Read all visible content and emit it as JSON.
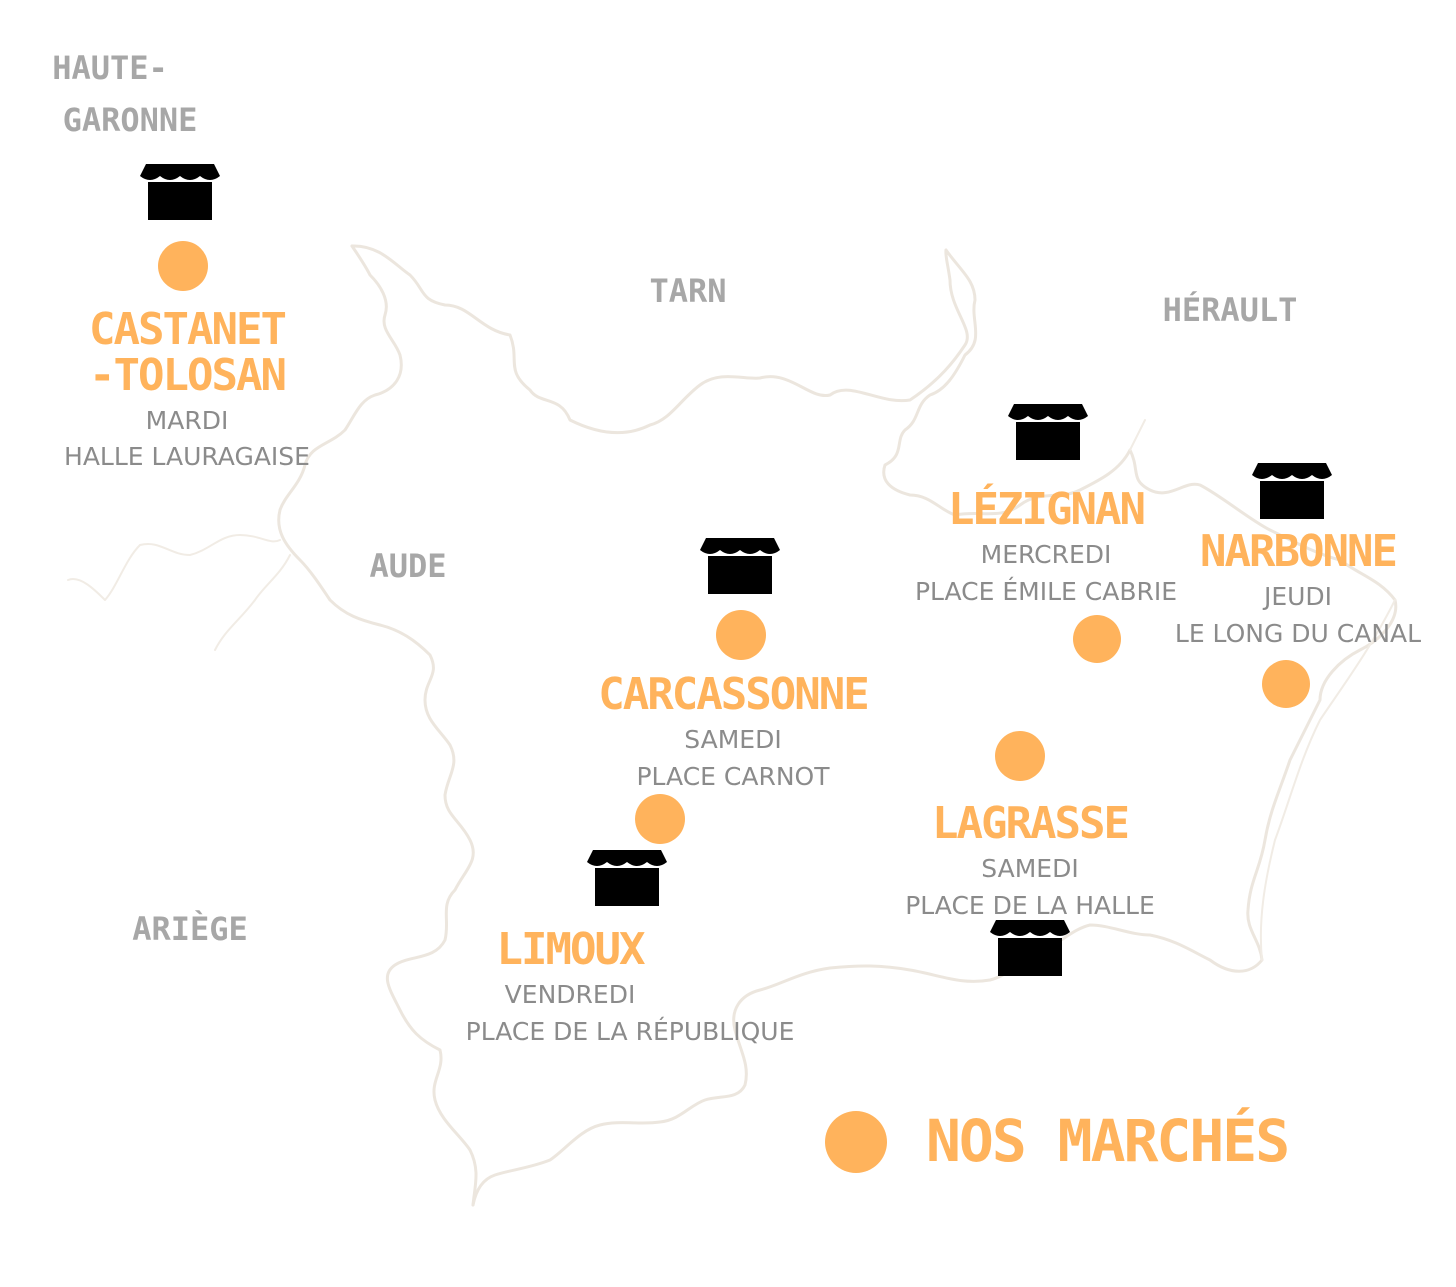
{
  "regions": {
    "haute_garonne_line1": "HAUTE-",
    "haute_garonne_line2": "GARONNE",
    "tarn": "TARN",
    "herault": "HÉRAULT",
    "aude": "AUDE",
    "ariege": "ARIÈGE"
  },
  "markets": [
    {
      "city_line1": "CASTANET",
      "city_line2": "-TOLOSAN",
      "day": "MARDI",
      "place": "HALLE LAURAGAISE"
    },
    {
      "city": "LÉZIGNAN",
      "day": "MERCREDI",
      "place": "PLACE ÉMILE CABRIE"
    },
    {
      "city": "NARBONNE",
      "day": "JEUDI",
      "place": "LE LONG DU CANAL"
    },
    {
      "city": "CARCASSONNE",
      "day": "SAMEDI",
      "place": "PLACE CARNOT"
    },
    {
      "city": "LAGRASSE",
      "day": "SAMEDI",
      "place": "PLACE DE LA HALLE"
    },
    {
      "city": "LIMOUX",
      "day": "VENDREDI",
      "place": "PLACE DE LA RÉPUBLIQUE"
    }
  ],
  "legend": {
    "label": "NOS MARCHÉS"
  },
  "colors": {
    "accent": "#ffb35c",
    "region_text": "#a7a7a7",
    "info_text": "#8b8b8b",
    "border": "#ece6de"
  },
  "icons": {
    "shop": "market-stall-icon",
    "marker": "market-dot"
  }
}
